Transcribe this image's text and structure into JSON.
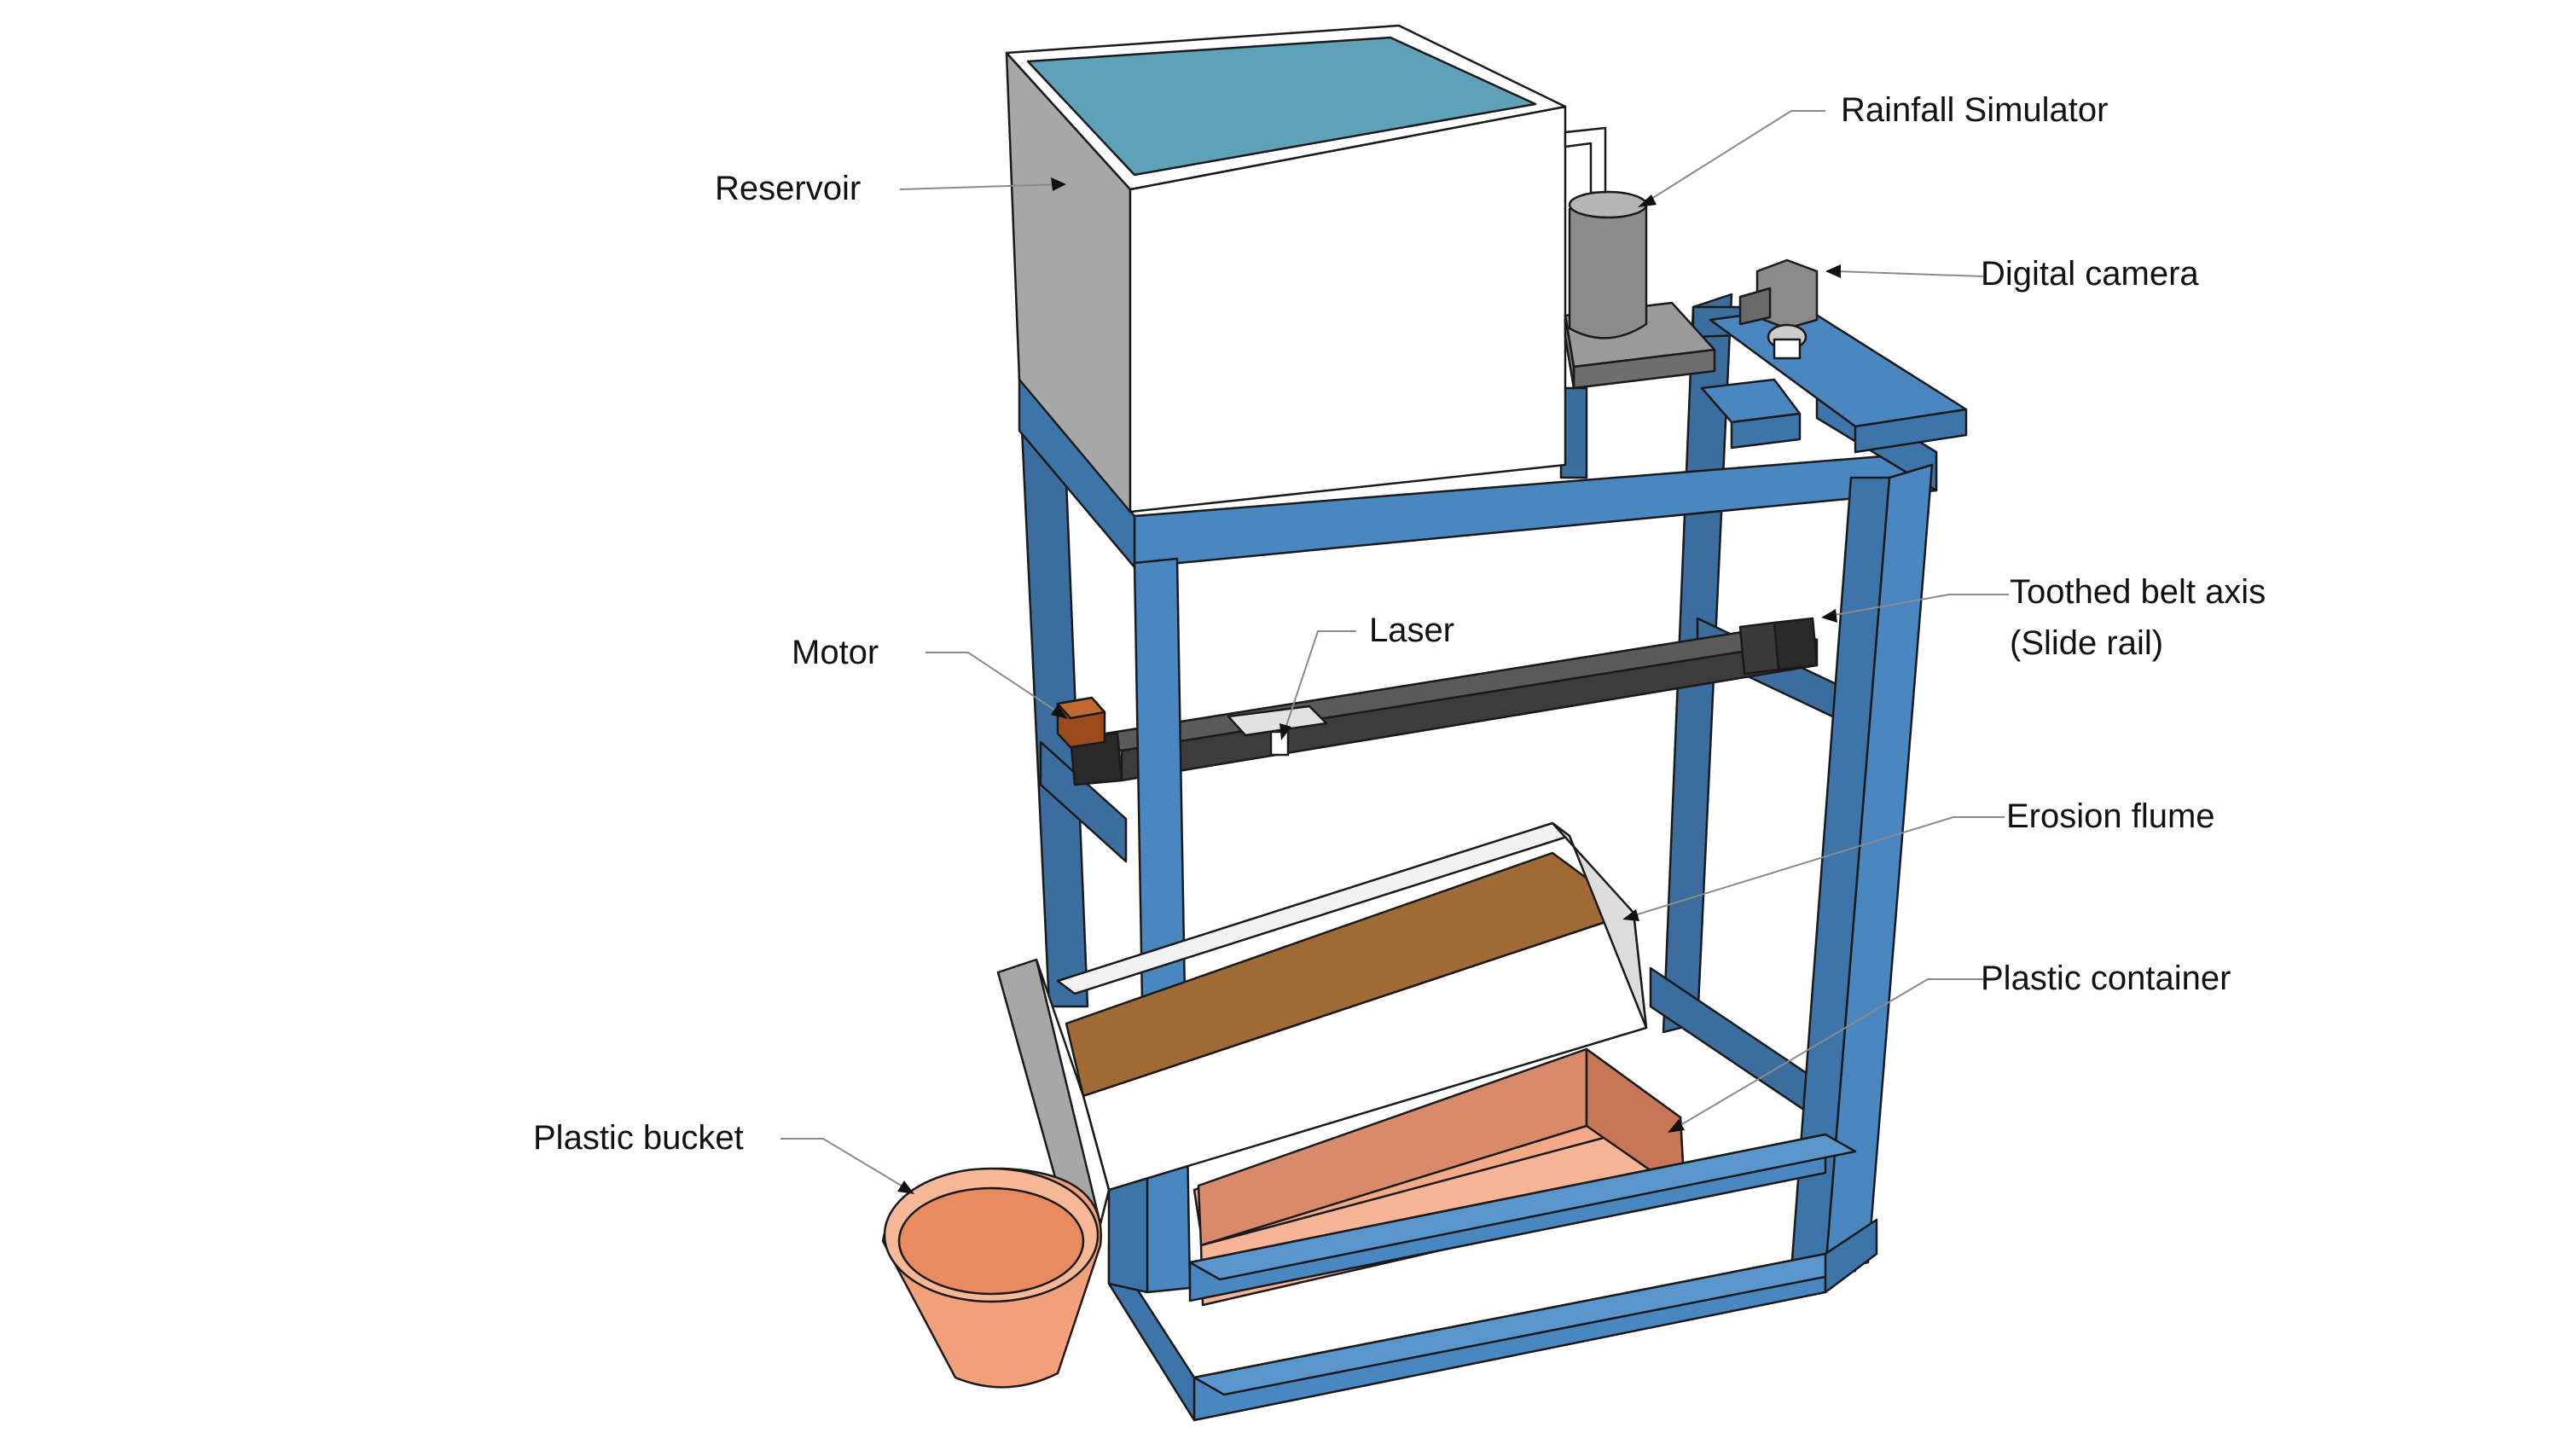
{
  "labels": {
    "reservoir": "Reservoir",
    "rainfall_simulator": "Rainfall Simulator",
    "digital_camera": "Digital camera",
    "toothed_belt_axis_line1": "Toothed belt axis",
    "toothed_belt_axis_line2": "(Slide rail)",
    "laser": "Laser",
    "motor": "Motor",
    "erosion_flume": "Erosion flume",
    "plastic_container": "Plastic container",
    "plastic_bucket": "Plastic bucket"
  },
  "colors": {
    "frame_blue": "#4a86c0",
    "frame_blue_dark": "#2f5f8e",
    "reservoir_water": "#5fa1b8",
    "soil": "#a06a34",
    "container_orange": "#f4a987",
    "bucket_orange": "#f2a07a",
    "rail_dark": "#3c3c3c",
    "motor_brown": "#9b4a1c"
  }
}
